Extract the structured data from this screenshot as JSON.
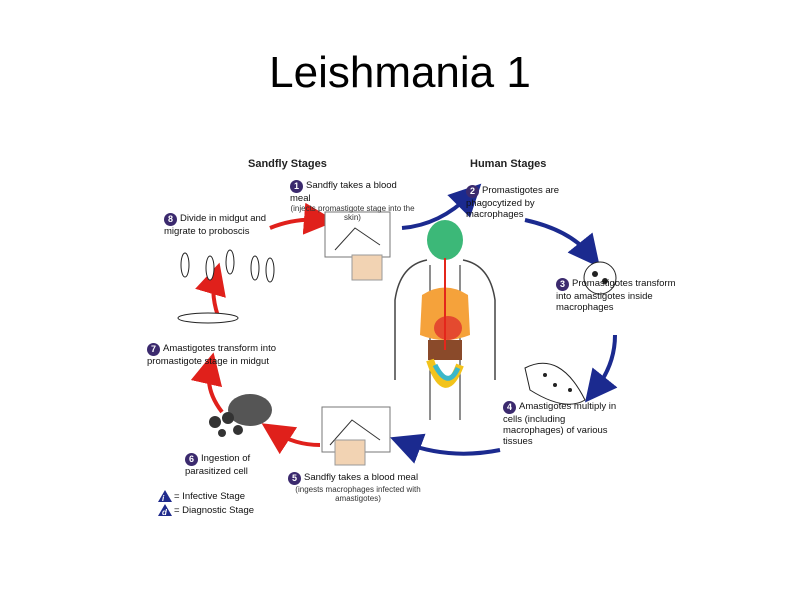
{
  "title": "Leishmania 1",
  "headings": {
    "sandfly": "Sandfly Stages",
    "human": "Human Stages"
  },
  "steps": [
    {
      "num": "1",
      "label": "Sandfly takes a blood meal",
      "sub": "(injects promastigote stage into the skin)"
    },
    {
      "num": "2",
      "label": "Promastigotes are phagocytized by macrophages",
      "sub": ""
    },
    {
      "num": "3",
      "label": "Promastigotes transform into amastigotes inside macrophages",
      "sub": ""
    },
    {
      "num": "4",
      "label": "Amastigotes multiply in cells (including macrophages) of various tissues",
      "sub": ""
    },
    {
      "num": "5",
      "label": "Sandfly takes a blood meal",
      "sub": "(ingests macrophages infected with amastigotes)"
    },
    {
      "num": "6",
      "label": "Ingestion of parasitized cell",
      "sub": ""
    },
    {
      "num": "7",
      "label": "Amastigotes transform into promastigote stage in midgut",
      "sub": ""
    },
    {
      "num": "8",
      "label": "Divide in midgut and migrate to proboscis",
      "sub": ""
    }
  ],
  "legend": [
    {
      "symbol": "i",
      "label": "= Infective Stage"
    },
    {
      "symbol": "d",
      "label": "= Diagnostic Stage"
    }
  ],
  "colors": {
    "sandfly_arrow": "#e0201b",
    "human_arrow": "#1b2a8f",
    "badge": "#3b2a6e"
  }
}
